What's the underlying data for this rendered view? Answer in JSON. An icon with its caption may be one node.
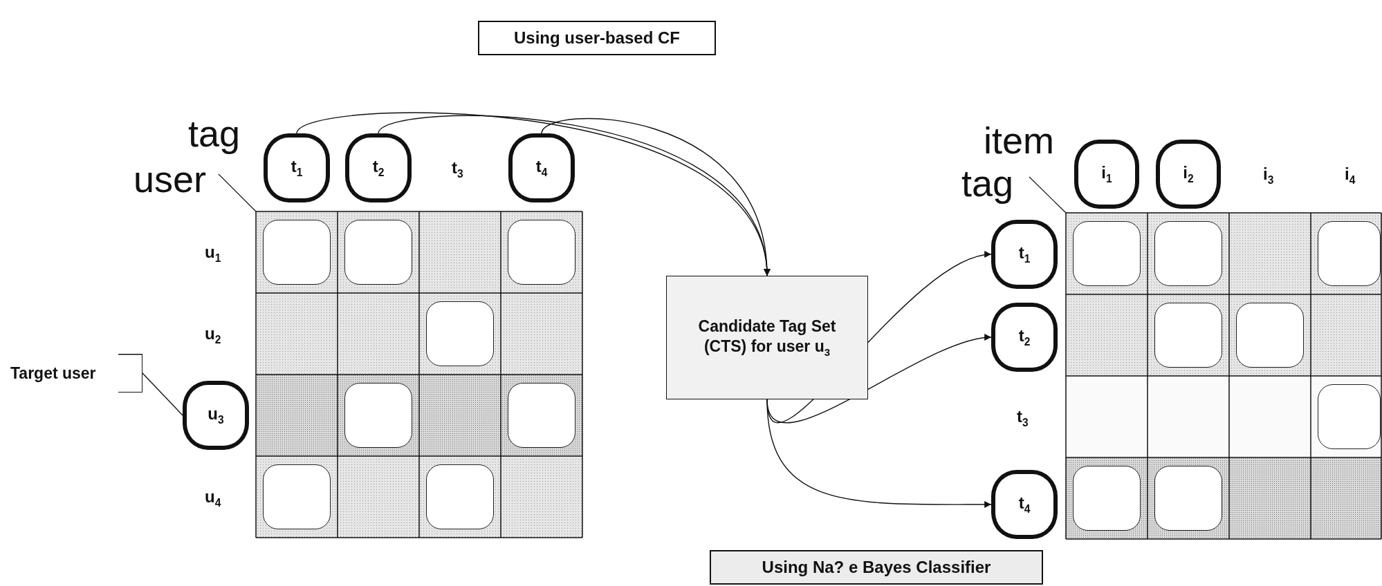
{
  "diagram": {
    "nodes": [
      {
        "text": [
          "Using user-based CF"
        ]
      },
      {
        "text": [
          "t$_{1}$"
        ]
      },
      {
        "text": [
          "t$_{2}$"
        ]
      },
      {
        "text": [
          "t$_{4}$"
        ]
      },
      {
        "text": [
          "Target user"
        ]
      },
      {
        "text": [
          "u$_{3}$"
        ]
      },
      {
        "text": [],
        "shape": "box"
      },
      {
        "text": [],
        "shape": "box"
      },
      {
        "text": [],
        "shape": "box"
      },
      {
        "text": [],
        "shape": "box"
      },
      {
        "text": [],
        "shape": "box"
      },
      {
        "text": [],
        "shape": "box"
      },
      {
        "text": [],
        "shape": "box"
      },
      {
        "text": [],
        "shape": "box"
      },
      {
        "text": [
          "Candidate Tag Set (CTS) for user u$_{3}$"
        ]
      },
      {
        "text": [
          "i$_{1}$"
        ]
      },
      {
        "text": [
          "i$_{2}$"
        ]
      },
      {
        "text": [
          "t$_{1}$"
        ]
      },
      {
        "text": [
          "t$_{2}$"
        ]
      },
      {
        "text": [
          "t$_{4}$"
        ]
      },
      {
        "text": [],
        "shape": "box"
      },
      {
        "text": [],
        "shape": "box"
      },
      {
        "text": [],
        "shape": "box"
      },
      {
        "text": [],
        "shape": "box"
      },
      {
        "text": [],
        "shape": "box"
      },
      {
        "text": [],
        "shape": "box"
      },
      {
        "text": [],
        "shape": "box"
      },
      {
        "text": [],
        "shape": "box"
      },
      {
        "text": [
          "Using Na? e Bayes Classifier"
        ]
      }
    ],
    "edges": [
      {
        "from": 1,
        "to": 14,
        "arrow": "to"
      },
      {
        "from": 2,
        "to": 14,
        "arrow": "to"
      },
      {
        "from": 3,
        "to": 14,
        "arrow": "to"
      },
      {
        "from": 4,
        "to": 5,
        "arrow": "none"
      },
      {
        "from": 14,
        "to": 17,
        "arrow": "to"
      },
      {
        "from": 14,
        "to": 18,
        "arrow": "to"
      },
      {
        "from": 14,
        "to": 19,
        "arrow": "to"
      }
    ],
    "labels": [
      "tag",
      "user",
      "t$_{3}$",
      "u$_{1}$",
      "u$_{2}$",
      "u$_{4}$",
      "item",
      "tag",
      "i$_{3}$",
      "i$_{4}$",
      "t$_{3}$"
    ]
  }
}
